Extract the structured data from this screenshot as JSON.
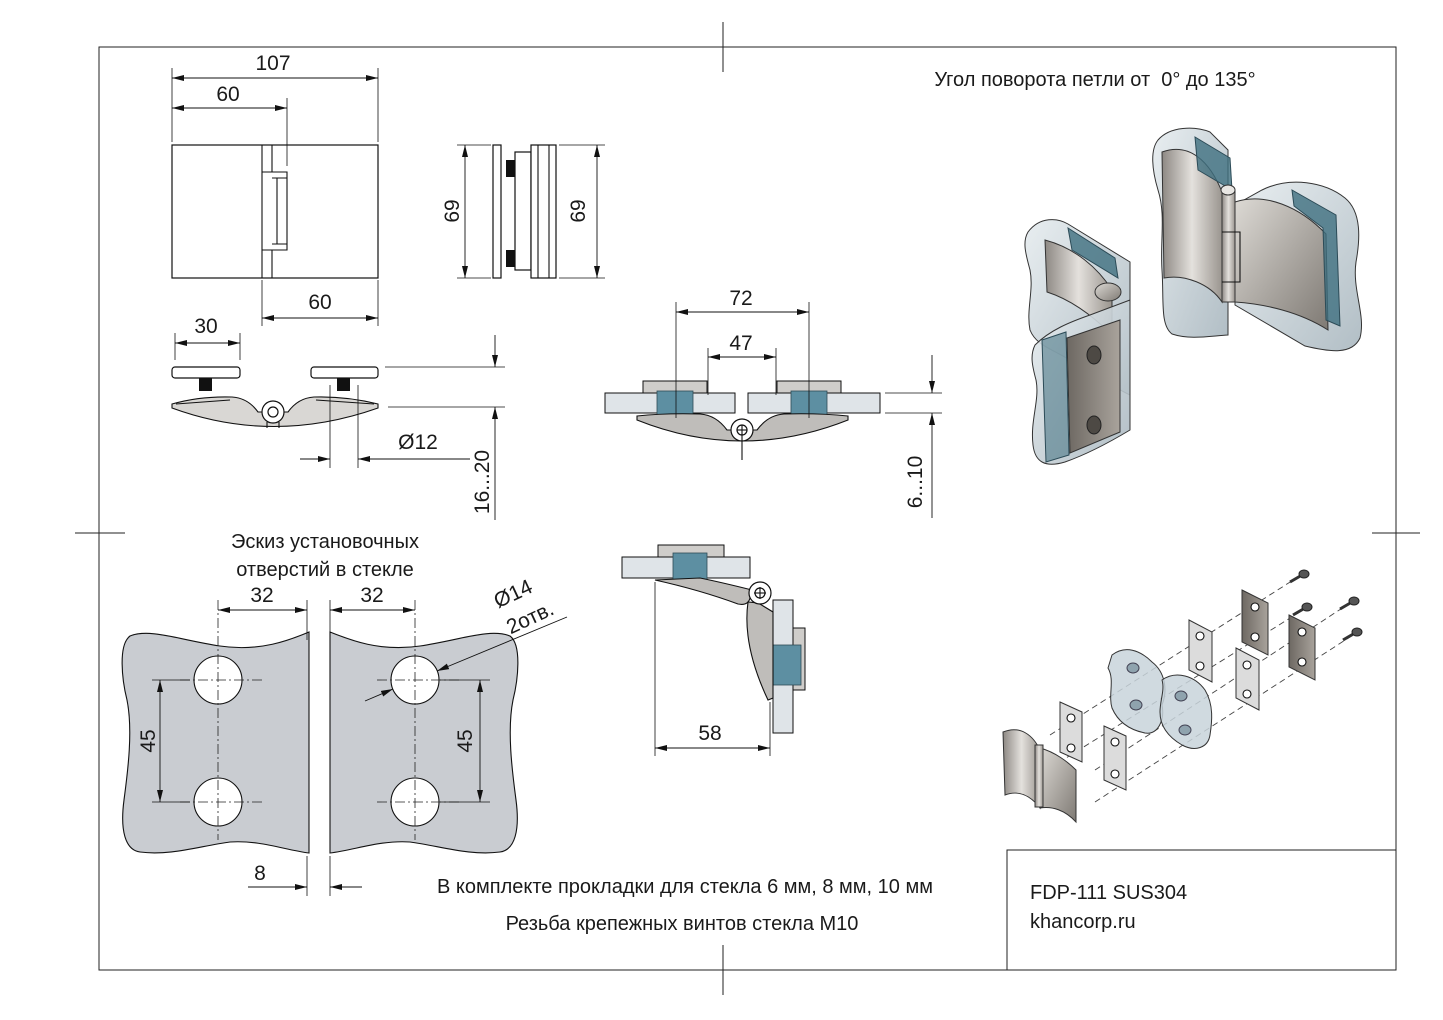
{
  "header": {
    "rotation_note": "Угол поворота петли от  0° до 135°"
  },
  "front_view": {
    "width_total": "107",
    "width_left": "60",
    "width_right": "60"
  },
  "side_view": {
    "height_left": "69",
    "height_right": "69"
  },
  "top_view": {
    "pad_width": "30",
    "hole_diameter": "Ø12",
    "glass_range": "16...20"
  },
  "mounted_view": {
    "outer_spacing": "72",
    "inner_spacing": "47",
    "glass_range": "6...10"
  },
  "open_view": {
    "offset": "58"
  },
  "hole_sketch": {
    "title_line1": "Эскиз установочных",
    "title_line2": "отверстий в стекле",
    "spacing_left": "32",
    "spacing_right": "32",
    "hole_diameter": "Ø14",
    "hole_count": "2отв.",
    "vertical_left": "45",
    "vertical_right": "45",
    "gap": "8"
  },
  "notes": {
    "line1": "В комплекте прокладки для стекла 6 мм, 8 мм, 10 мм",
    "line2": "Резьба крепежных винтов стекла М10"
  },
  "title_block": {
    "model": "FDP-111 SUS304",
    "website": "khancorp.ru"
  },
  "colors": {
    "glass": "#c9ccd1",
    "gasket": "#5d8fa2",
    "metal": "#cfcdca"
  }
}
